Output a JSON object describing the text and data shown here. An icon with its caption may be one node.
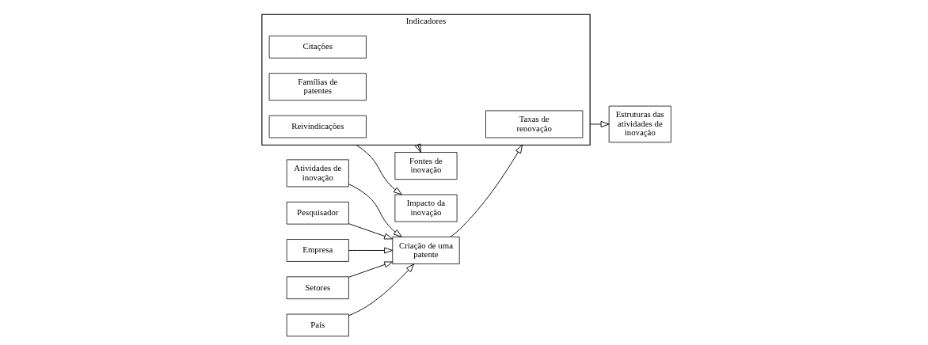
{
  "diagram": {
    "nodes": [
      {
        "text": [
          "Atividades de inovação"
        ]
      },
      {
        "text": [
          "Pesquisador"
        ]
      },
      {
        "text": [
          "Empresa"
        ]
      },
      {
        "text": [
          "Criação de uma patente"
        ]
      },
      {
        "text": [
          "Indicadores"
        ]
      },
      {
        "text": [
          "Citações"
        ],
        "in": 4
      },
      {
        "text": [
          "Taxas de renovação"
        ],
        "in": 4
      },
      {
        "text": [
          "Famílias de patentes"
        ],
        "in": 4
      },
      {
        "text": [
          "Reivindicações"
        ],
        "in": 4
      },
      {
        "text": [
          "Setores"
        ]
      },
      {
        "text": [
          "País"
        ]
      },
      {
        "text": [
          "Fontes de inovação"
        ]
      },
      {
        "text": [
          "Estruturas das atividades de inovação"
        ]
      },
      {
        "text": [
          "Impacto da inovação"
        ]
      }
    ],
    "edges": [
      {
        "from": 0,
        "to": 3,
        "arrow": "to"
      },
      {
        "from": 1,
        "to": 3,
        "arrow": "to"
      },
      {
        "from": 2,
        "to": 3,
        "arrow": "to"
      },
      {
        "from": 9,
        "to": 3,
        "arrow": "to"
      },
      {
        "from": 10,
        "to": 3,
        "arrow": "to"
      },
      {
        "from": 3,
        "to": 4,
        "arrow": "to"
      },
      {
        "from": 4,
        "to": 11,
        "arrow": "to"
      },
      {
        "from": 4,
        "to": 12,
        "arrow": "to"
      },
      {
        "from": 4,
        "to": 13,
        "arrow": "to"
      }
    ]
  }
}
